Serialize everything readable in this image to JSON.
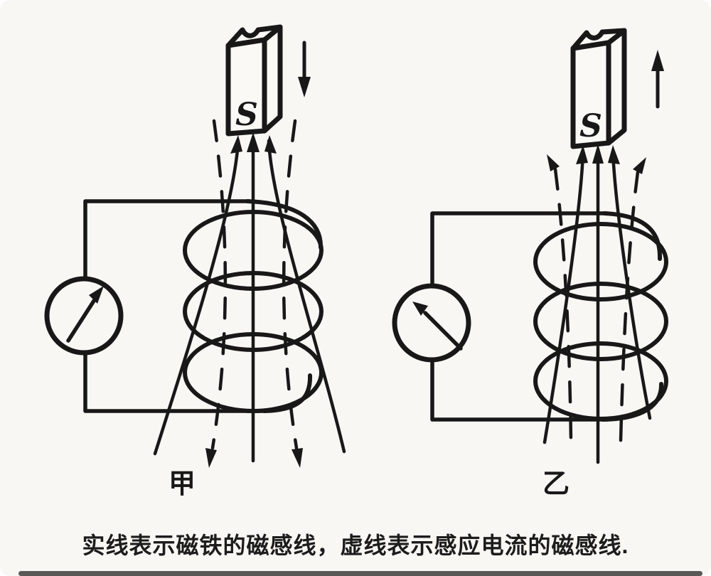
{
  "page": {
    "background": "#ffffff",
    "card_background": "#f8f7f4",
    "ink_color": "#181818"
  },
  "caption": "实线表示磁铁的磁感线，虚线表示感应电流的磁感线.",
  "panels": {
    "left": {
      "label": "甲",
      "magnet": {
        "pole_label": "S",
        "motion": "down"
      },
      "meter": {
        "needle_direction": "up-right"
      },
      "field_lines": {
        "solid_meaning": "磁铁的磁感线",
        "dashed_meaning": "感应电流的磁感线",
        "solid_direction": "up into S pole, fanning downward",
        "dashed_arrows": "down-outward at bottom"
      }
    },
    "right": {
      "label": "乙",
      "magnet": {
        "pole_label": "S",
        "motion": "up"
      },
      "meter": {
        "needle_direction": "up-left"
      },
      "field_lines": {
        "solid_meaning": "磁铁的磁感线",
        "dashed_meaning": "感应电流的磁感线",
        "solid_direction": "up into S pole",
        "dashed_arrows": "up-outward at top"
      }
    }
  }
}
